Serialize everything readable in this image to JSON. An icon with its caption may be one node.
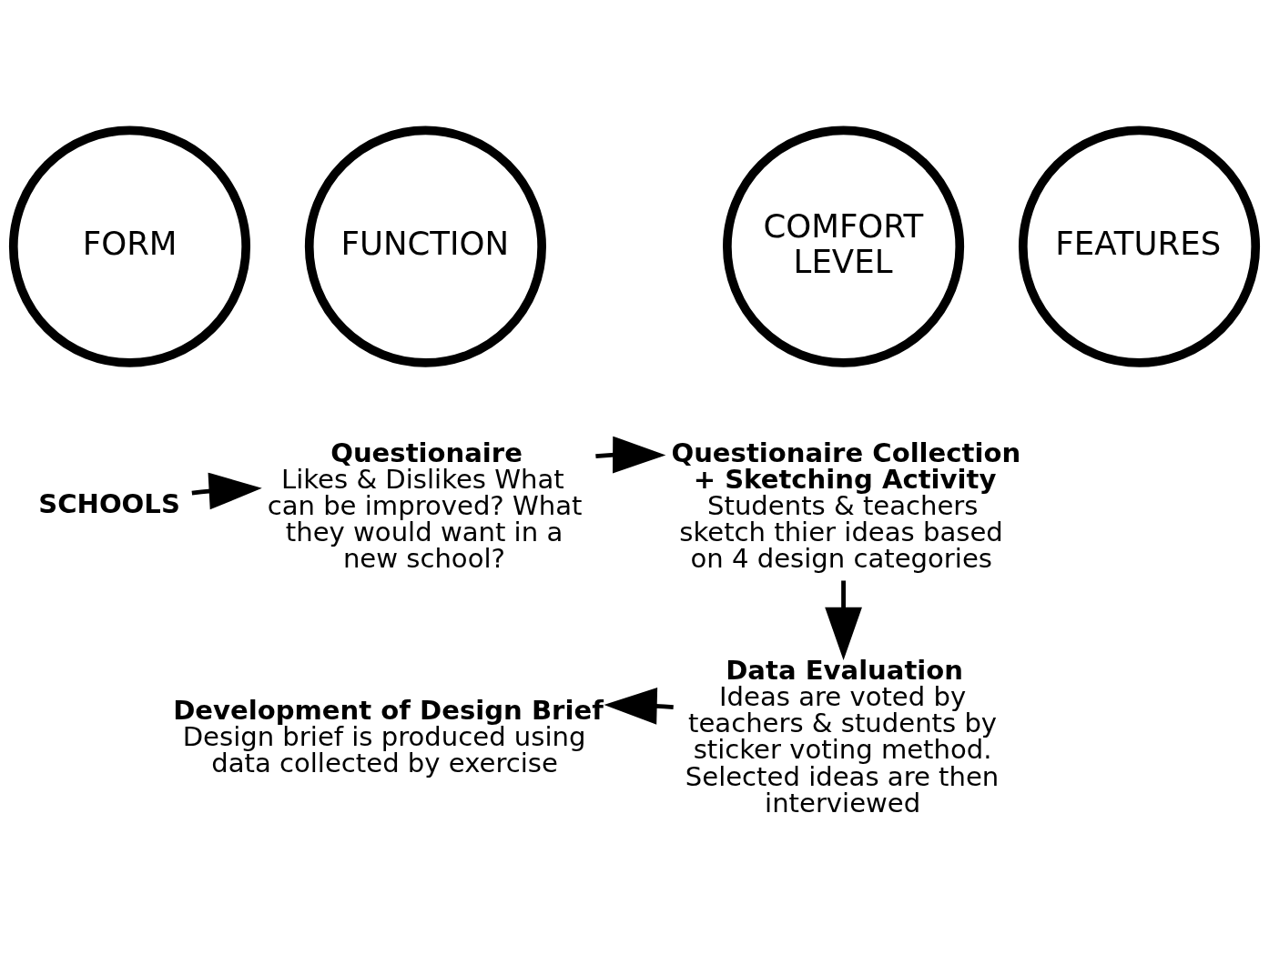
{
  "diagram": {
    "nodes": [
      {
        "text": [
          "FORM"
        ]
      },
      {
        "text": [
          "FUNCTION"
        ]
      },
      {
        "text": [
          "COMFORT LEVEL"
        ]
      },
      {
        "text": [
          "FEATURES"
        ]
      },
      {
        "text": [
          "SCHOOLS"
        ]
      },
      {
        "text": [
          "Questionaire",
          "Likes & Dislikes What can be improved? What they would want in a new school?"
        ]
      },
      {
        "text": [
          "Questionaire Collection + Sketching Activity",
          "Students & teachers sketch thier ideas based on 4 design categories"
        ]
      },
      {
        "text": [
          "Data Evaluation",
          "Ideas are voted by teachers & students by sticker voting method. Selected ideas are then interviewed"
        ]
      },
      {
        "text": [
          "Development of Design Brief",
          "Design brief is produced using data collected by exercise"
        ]
      }
    ],
    "edges": [
      {
        "from": 4,
        "to": 5,
        "arrow": "to"
      },
      {
        "from": 5,
        "to": 6,
        "arrow": "to"
      },
      {
        "from": 6,
        "to": 7,
        "arrow": "to"
      },
      {
        "from": 7,
        "to": 8,
        "arrow": "to"
      }
    ]
  }
}
